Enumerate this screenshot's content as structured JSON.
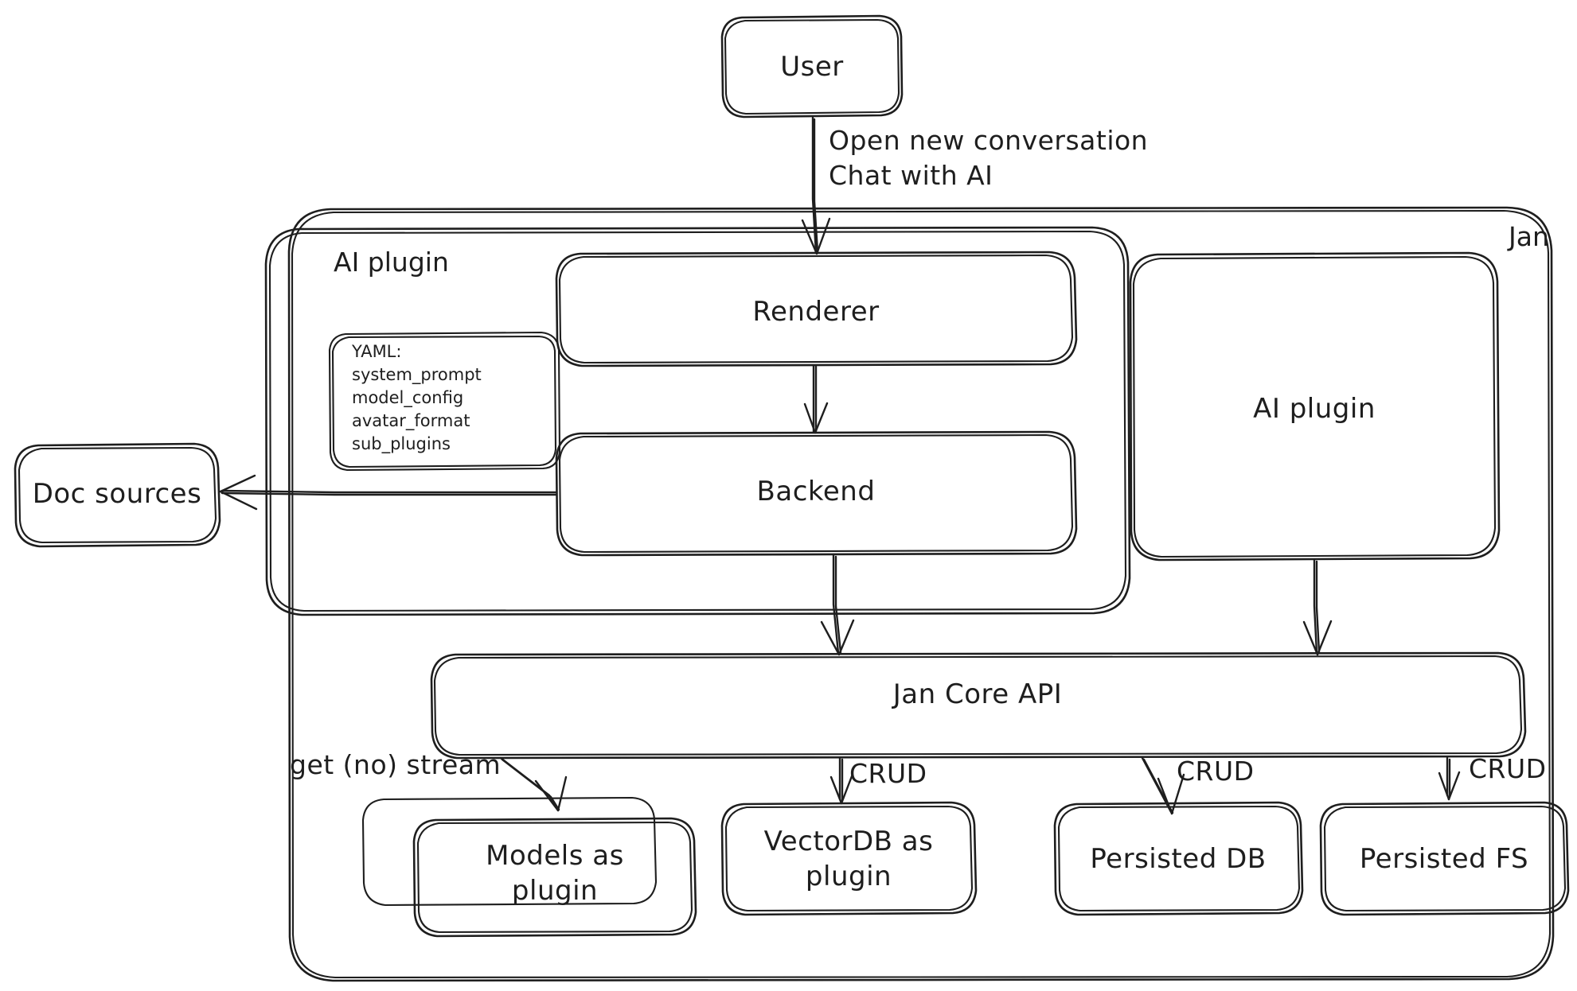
{
  "diagram": {
    "title": "Jan architecture diagram",
    "style": "hand-drawn-sketch",
    "stroke_color": "#1e1e1e",
    "background_color": "#ffffff"
  },
  "containers": {
    "jan": {
      "label": "Jan"
    },
    "ai_plugin_group": {
      "label": "AI plugin"
    }
  },
  "nodes": {
    "user": {
      "label": "User"
    },
    "renderer": {
      "label": "Renderer"
    },
    "backend": {
      "label": "Backend"
    },
    "ai_plugin_right": {
      "label": "AI plugin"
    },
    "doc_sources": {
      "label": "Doc sources"
    },
    "jan_core_api": {
      "label": "Jan Core API"
    },
    "models_plugin": {
      "label": "Models as\nplugin"
    },
    "vectordb_plugin": {
      "label": "VectorDB as\nplugin"
    },
    "persisted_db": {
      "label": "Persisted DB"
    },
    "persisted_fs": {
      "label": "Persisted FS"
    }
  },
  "yaml_box": {
    "lines": [
      "YAML:",
      "system_prompt",
      "model_config",
      "avatar_format",
      "sub_plugins"
    ],
    "text": "YAML:\nsystem_prompt\nmodel_config\navatar_format\nsub_plugins"
  },
  "edge_labels": {
    "user_to_renderer": "Open new conversation\nChat with AI",
    "api_to_models": "get (no) stream",
    "api_to_vectordb": "CRUD",
    "api_to_persisted_db": "CRUD",
    "api_to_persisted_fs": "CRUD"
  },
  "edges": [
    {
      "from": "user",
      "to": "renderer",
      "label": "Open new conversation / Chat with AI"
    },
    {
      "from": "renderer",
      "to": "backend",
      "label": ""
    },
    {
      "from": "backend",
      "to": "jan_core_api",
      "label": ""
    },
    {
      "from": "backend",
      "to": "doc_sources",
      "label": ""
    },
    {
      "from": "ai_plugin_right",
      "to": "jan_core_api",
      "label": ""
    },
    {
      "from": "jan_core_api",
      "to": "models_plugin",
      "label": "get (no) stream"
    },
    {
      "from": "jan_core_api",
      "to": "vectordb_plugin",
      "label": "CRUD"
    },
    {
      "from": "jan_core_api",
      "to": "persisted_db",
      "label": "CRUD"
    },
    {
      "from": "jan_core_api",
      "to": "persisted_fs",
      "label": "CRUD"
    }
  ]
}
